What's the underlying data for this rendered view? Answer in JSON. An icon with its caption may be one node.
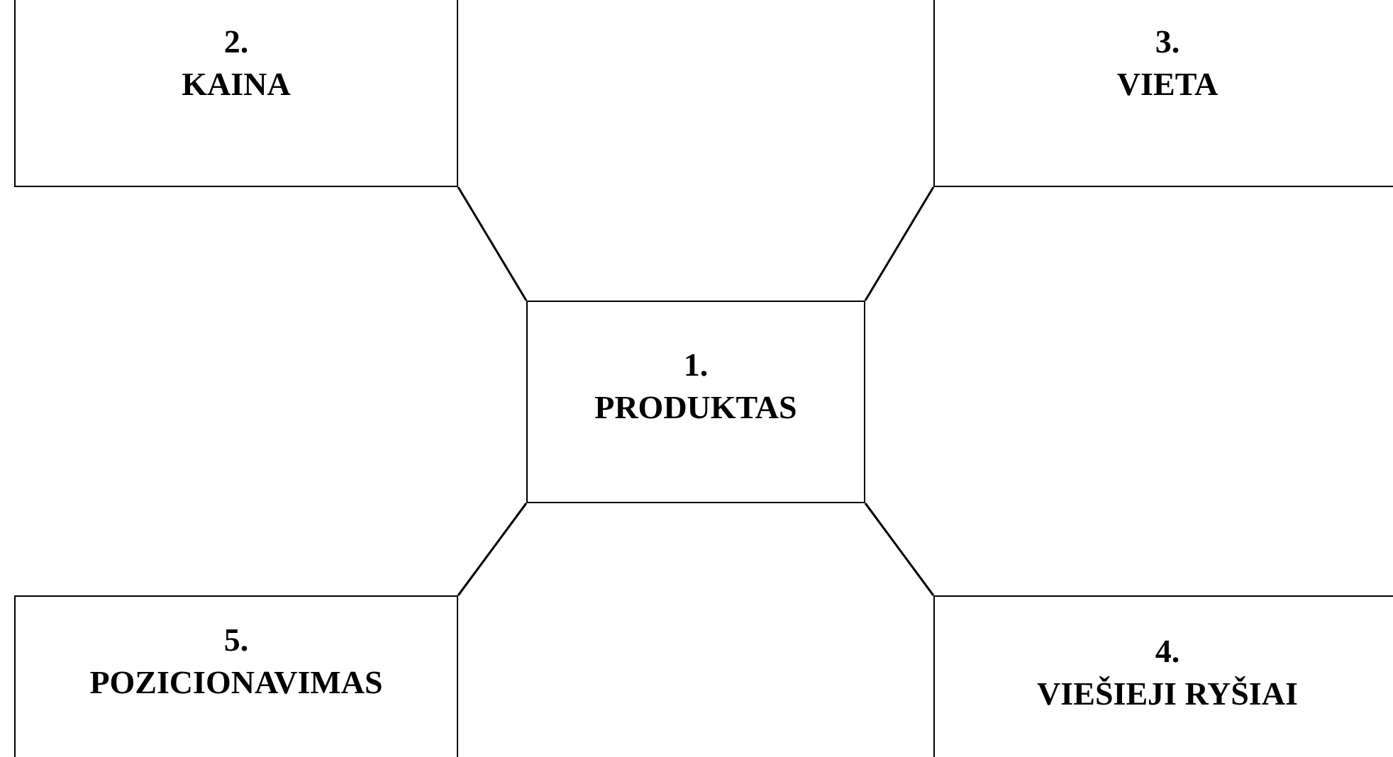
{
  "diagram": {
    "nodes": [
      {
        "text": [
          "2.",
          "KAINA"
        ]
      },
      {
        "text": [
          "3.",
          "VIETA"
        ]
      },
      {
        "text": [
          "1.",
          "PRODUKTAS"
        ]
      },
      {
        "text": [
          "5.",
          "POZICIONAVIMAS"
        ]
      },
      {
        "text": [
          "4.",
          "VIEŠIEJI RYŠIAI"
        ]
      }
    ],
    "edges": [
      {
        "from": 2,
        "to": 0,
        "arrow": "none"
      },
      {
        "from": 2,
        "to": 1,
        "arrow": "none"
      },
      {
        "from": 2,
        "to": 3,
        "arrow": "none"
      },
      {
        "from": 2,
        "to": 4,
        "arrow": "none"
      }
    ]
  }
}
